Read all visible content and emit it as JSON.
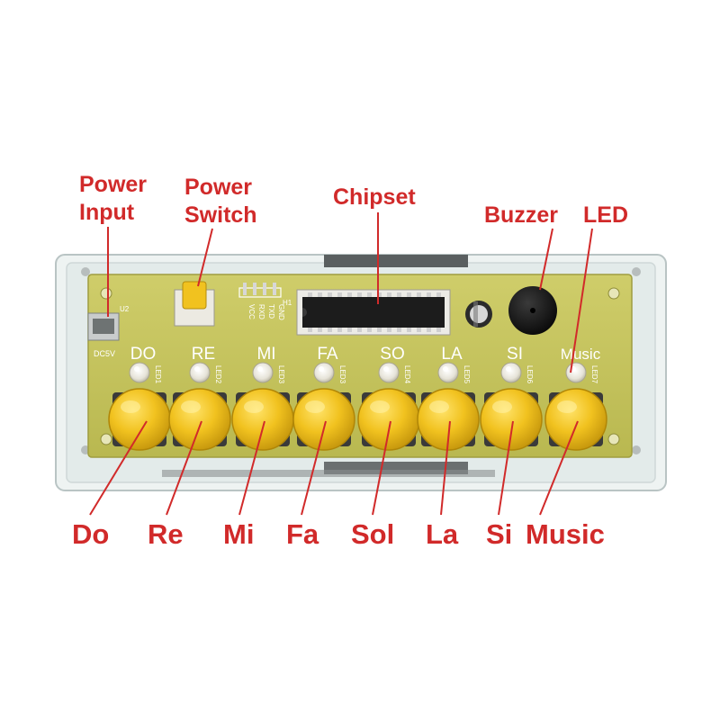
{
  "callouts": {
    "power_input": [
      "Power",
      "Input"
    ],
    "power_switch": [
      "Power",
      "Switch"
    ],
    "chipset": "Chipset",
    "buzzer": "Buzzer",
    "led": "LED"
  },
  "button_labels": [
    "Do",
    "Re",
    "Mi",
    "Fa",
    "Sol",
    "La",
    "Si",
    "Music"
  ],
  "silkscreen": {
    "note_labels": [
      "DO",
      "RE",
      "MI",
      "FA",
      "SO",
      "LA",
      "SI",
      "Music"
    ],
    "power_jack": "DC5V",
    "jack_ref": "U2",
    "header_ref": "H1",
    "header_pins": [
      "GND",
      "TXD",
      "RXD",
      "VCC"
    ],
    "led_refs": [
      "LED1",
      "LED2",
      "LED3",
      "LED3",
      "LED4",
      "LED5",
      "LED6",
      "LED7"
    ]
  },
  "colors": {
    "callout": "#d12a2a",
    "pcb": "#c4c35c",
    "button": "#f1c21f",
    "led": "#f0eee8"
  }
}
